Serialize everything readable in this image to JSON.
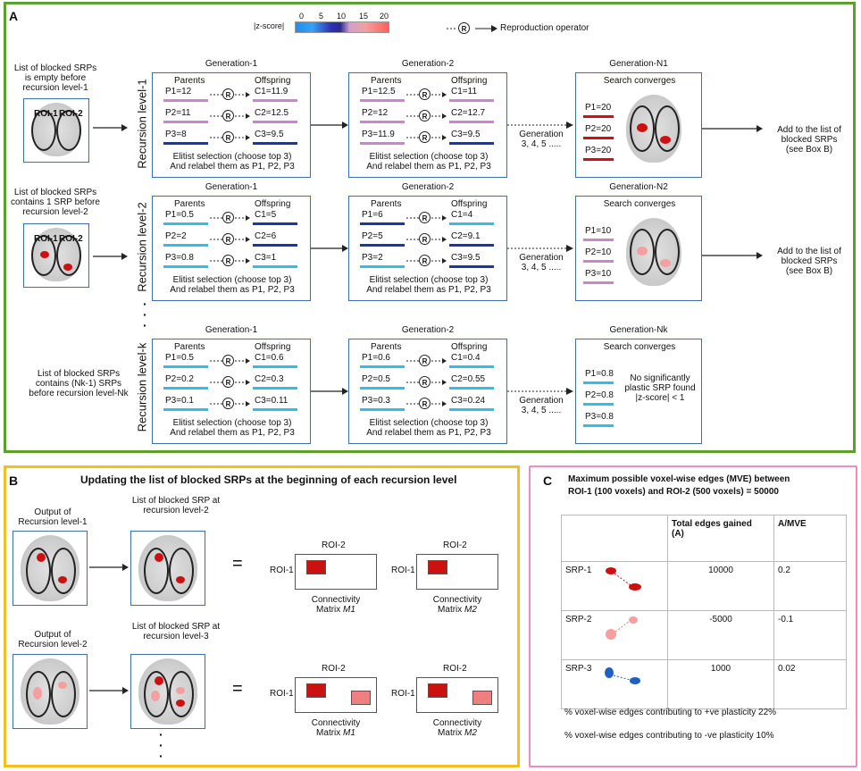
{
  "panel_a": {
    "label": "A",
    "legend": {
      "zscore_label": "|z-score|",
      "ticks": [
        "0",
        "5",
        "10",
        "15",
        "20"
      ],
      "rep_symbol": "R",
      "rep_label": "Reproduction operator"
    },
    "common": {
      "parents": "Parents",
      "offspring": "Offspring",
      "elitist_1": "Elitist selection (choose top 3)",
      "elitist_2": "And relabel them as P1, P2, P3",
      "roi1": "ROI-1",
      "roi2": "ROI-2",
      "gen_cont_1": "Generation",
      "gen_cont_2": "3, 4, 5 .....",
      "search_converges": "Search converges",
      "add_1": "Add to the list of",
      "add_2": "blocked SRPs",
      "add_3": "(see Box B)",
      "vdots": "·"
    },
    "rows": [
      {
        "desc": [
          "List of  blocked SRPs",
          "is empty before",
          "recursion level-1"
        ],
        "level": "Recursion level-1",
        "gen1": {
          "title": "Generation-1",
          "parents": [
            "P1=12",
            "P2=11",
            "P3=8"
          ],
          "offspring": [
            "C1=11.9",
            "C2=12.5",
            "C3=9.5"
          ]
        },
        "gen2": {
          "title": "Generation-2",
          "parents": [
            "P1=12.5",
            "P2=12",
            "P3=11.9"
          ],
          "offspring": [
            "C1=11",
            "C2=12.7",
            "C3=9.5"
          ]
        },
        "genN": {
          "title": "Generation-N1",
          "parents": [
            "P1=20",
            "P2=20",
            "P3=20"
          ]
        }
      },
      {
        "desc": [
          "List of  blocked SRPs",
          "contains 1 SRP before",
          "recursion level-2"
        ],
        "level": "Recursion level-2",
        "gen1": {
          "title": "Generation-1",
          "parents": [
            "P1=0.5",
            "P2=2",
            "P3=0.8"
          ],
          "offspring": [
            "C1=5",
            "C2=6",
            "C3=1"
          ]
        },
        "gen2": {
          "title": "Generation-2",
          "parents": [
            "P1=6",
            "P2=5",
            "P3=2"
          ],
          "offspring": [
            "C1=4",
            "C2=9.1",
            "C3=9.5"
          ]
        },
        "genN": {
          "title": "Generation-N2",
          "parents": [
            "P1=10",
            "P2=10",
            "P3=10"
          ]
        }
      },
      {
        "desc": [
          "List of  blocked SRPs",
          "contains (Nk-1) SRPs",
          "before recursion level-Nk"
        ],
        "level": "Recursion level-k",
        "gen1": {
          "title": "Generation-1",
          "parents": [
            "P1=0.5",
            "P2=0.2",
            "P3=0.1"
          ],
          "offspring": [
            "C1=0.6",
            "C2=0.3",
            "C3=0.11"
          ]
        },
        "gen2": {
          "title": "Generation-2",
          "parents": [
            "P1=0.6",
            "P2=0.5",
            "P3=0.3"
          ],
          "offspring": [
            "C1=0.4",
            "C2=0.55",
            "C3=0.24"
          ]
        },
        "genN": {
          "title": "Generation-Nk",
          "parents": [
            "P1=0.8",
            "P2=0.8",
            "P3=0.8"
          ],
          "note": [
            "No significantly",
            "plastic SRP found",
            "|z-score| < 1"
          ]
        }
      }
    ]
  },
  "panel_b": {
    "label": "B",
    "title": "Updating the list of blocked SRPs at the beginning of each recursion level",
    "row1": {
      "output_1": "Output of",
      "output_2": "Recursion level-1",
      "list_1": "List of blocked SRP at",
      "list_2": "recursion level-2"
    },
    "row2": {
      "output_1": "Output of",
      "output_2": "Recursion level-2",
      "list_1": "List of blocked SRP at",
      "list_2": "recursion level-3"
    },
    "eq": "=",
    "roi1": "ROI-1",
    "roi2": "ROI-2",
    "matrix_1": "Connectivity",
    "matrix_prefix": "Matrix ",
    "m1": "M1",
    "m2": "M2",
    "dots": "·"
  },
  "panel_c": {
    "label": "C",
    "title_1": "Maximum possible voxel-wise edges (MVE) between",
    "title_2": "ROI-1 (100 voxels) and ROI-2 (500 voxels) = 50000",
    "headers": [
      "Total edges gained",
      "(A)",
      "A/MVE"
    ],
    "rows": [
      {
        "name": "SRP-1",
        "edges": "10000",
        "ratio": "0.2"
      },
      {
        "name": "SRP-2",
        "edges": "-5000",
        "ratio": "-0.1"
      },
      {
        "name": "SRP-3",
        "edges": "1000",
        "ratio": "0.02"
      }
    ],
    "footer_1": "% voxel-wise edges contributing to +ve plasticity 22%",
    "footer_2": "% voxel-wise edges contributing to -ve plasticity 10%"
  },
  "colors": {
    "panel_a_border": "#5aa02c",
    "panel_b_border": "#f0c020",
    "panel_c_border": "#f08ac0",
    "box_border": "#3a6fb0",
    "z_0_5": "#33bbee",
    "z_5_10": "#2233aa",
    "z_10_15": "#c887c8",
    "z_15_20": "#f08080",
    "z_20": "#cc1111"
  }
}
